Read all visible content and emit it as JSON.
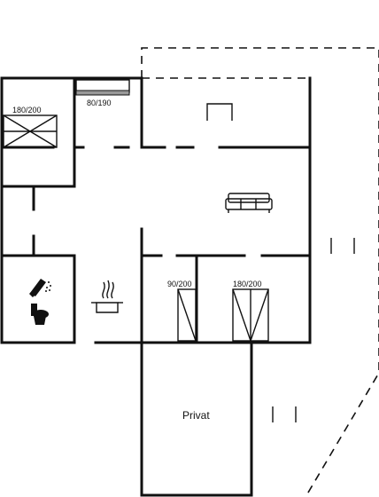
{
  "labels": {
    "bed_master": "180/200",
    "bed_small": "80/190",
    "bed_single": "90/200",
    "bed_double": "180/200",
    "privat": "Privat"
  },
  "icons": {
    "sofa": "sofa-icon",
    "shower": "shower-icon",
    "toilet": "toilet-icon",
    "stove": "cooking-pot-icon"
  }
}
